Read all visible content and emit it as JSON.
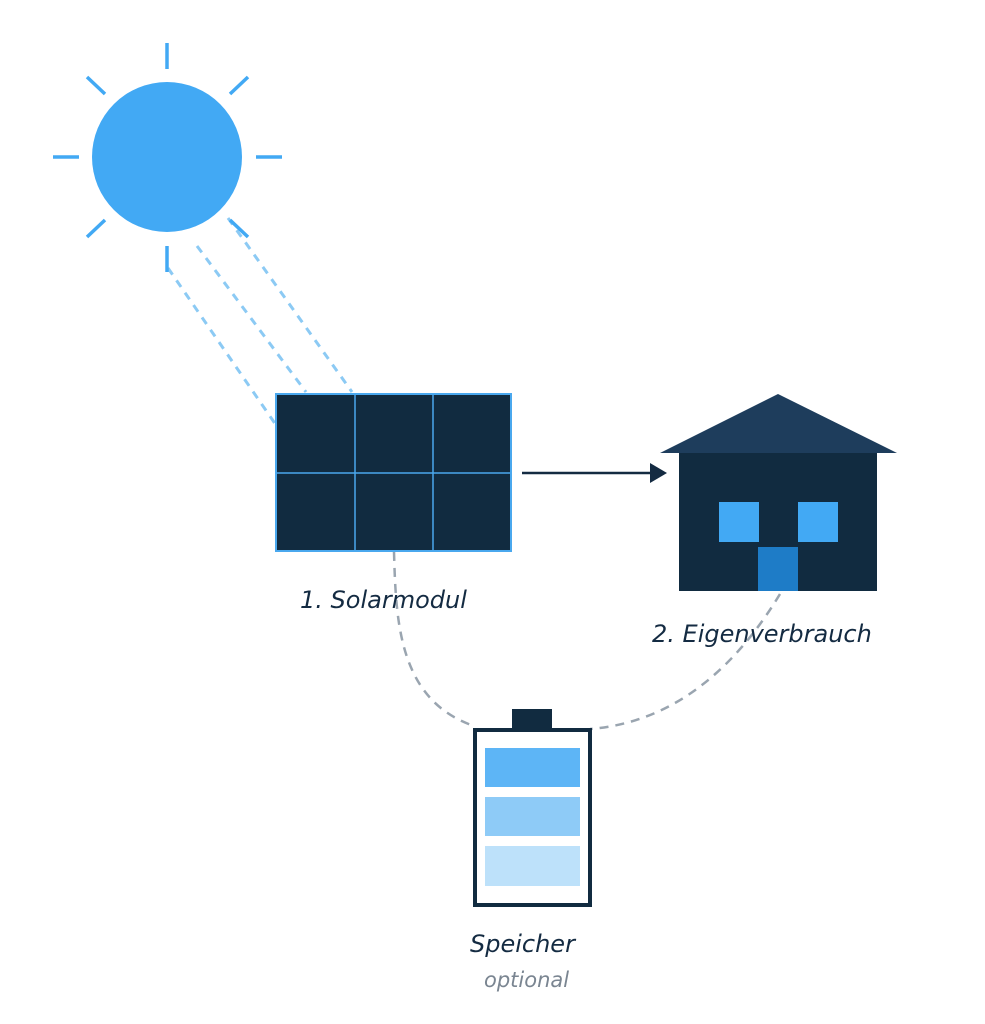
{
  "labels": {
    "solar_module": "1. Solarmodul",
    "self_consumption": "2. Eigenverbrauch",
    "storage": "Speicher",
    "storage_note": "optional"
  },
  "colors": {
    "sun": "#42a9f4",
    "sun_beam": "#8ccaf4",
    "panel_fill": "#112b40",
    "panel_grid": "#4aa8ee",
    "arrow": "#142b42",
    "roof": "#1e3d5c",
    "house_body": "#112b40",
    "window": "#42a9f4",
    "door": "#1e7cc7",
    "connector": "#9aa5b0",
    "battery_outline": "#112b40",
    "battery_cell_1": "#5db5f6",
    "battery_cell_2": "#8ecbf7",
    "battery_cell_3": "#bde1fa"
  }
}
